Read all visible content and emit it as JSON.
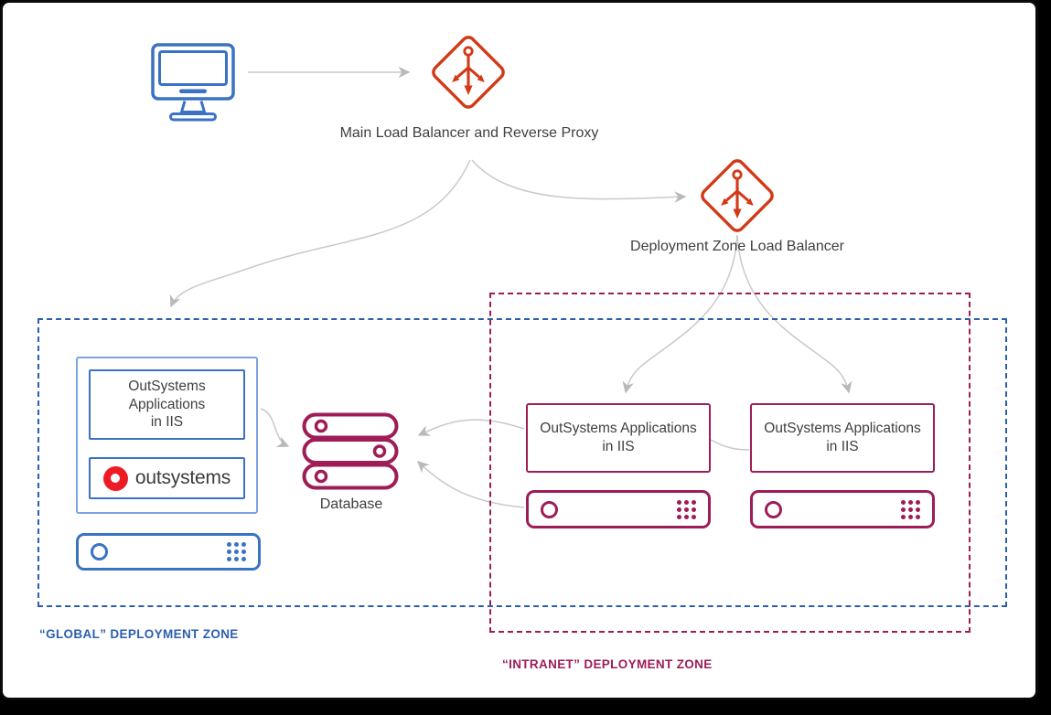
{
  "colors": {
    "blue": "#3a72c4",
    "blue_light": "#7ba4dc",
    "blue_zone_dash": "#2a5fb0",
    "blue_zone_label": "#2b5fae",
    "load_balancer_red": "#d23a17",
    "outsystems_logo_red": "#ed1c24",
    "maroon": "#9e1d57",
    "arrow_gray": "#c9c9c9",
    "text_gray": "#3f3f3f"
  },
  "nodes": {
    "client": {
      "icon": "monitor-icon"
    },
    "main_load_balancer": {
      "icon": "load-balancer-icon",
      "label": "Main Load Balancer and Reverse Proxy"
    },
    "deployment_zone_load_balancer": {
      "icon": "load-balancer-icon",
      "label": "Deployment Zone Load Balancer"
    },
    "database": {
      "icon": "database-icon",
      "label": "Database"
    }
  },
  "global_zone": {
    "label": "“GLOBAL” DEPLOYMENT ZONE",
    "app_box": {
      "line1": "OutSystems",
      "line2": "Applications",
      "line3": "in IIS"
    },
    "brand_box": {
      "brand": "outsystems",
      "icon": "outsystems-logo-icon"
    },
    "server": {
      "icon": "server-icon"
    }
  },
  "intranet_zone": {
    "label": "“INTRANET” DEPLOYMENT ZONE",
    "app_box_1": {
      "line1": "OutSystems Applications",
      "line2": "in IIS"
    },
    "server_1": {
      "icon": "server-icon"
    },
    "app_box_2": {
      "line1": "OutSystems Applications",
      "line2": "in IIS"
    },
    "server_2": {
      "icon": "server-icon"
    }
  },
  "edges": [
    {
      "from": "client",
      "to": "main_load_balancer"
    },
    {
      "from": "main_load_balancer",
      "to": "global_zone"
    },
    {
      "from": "main_load_balancer",
      "to": "deployment_zone_load_balancer"
    },
    {
      "from": "deployment_zone_load_balancer",
      "to": "intranet_app_box_1"
    },
    {
      "from": "deployment_zone_load_balancer",
      "to": "intranet_app_box_2"
    },
    {
      "from": "global_app_box",
      "to": "database"
    },
    {
      "from": "intranet_app_box_1",
      "to": "database"
    },
    {
      "from": "intranet_server_1",
      "to": "database"
    },
    {
      "from": "intranet_app_box_1",
      "to": "intranet_app_box_2"
    }
  ]
}
